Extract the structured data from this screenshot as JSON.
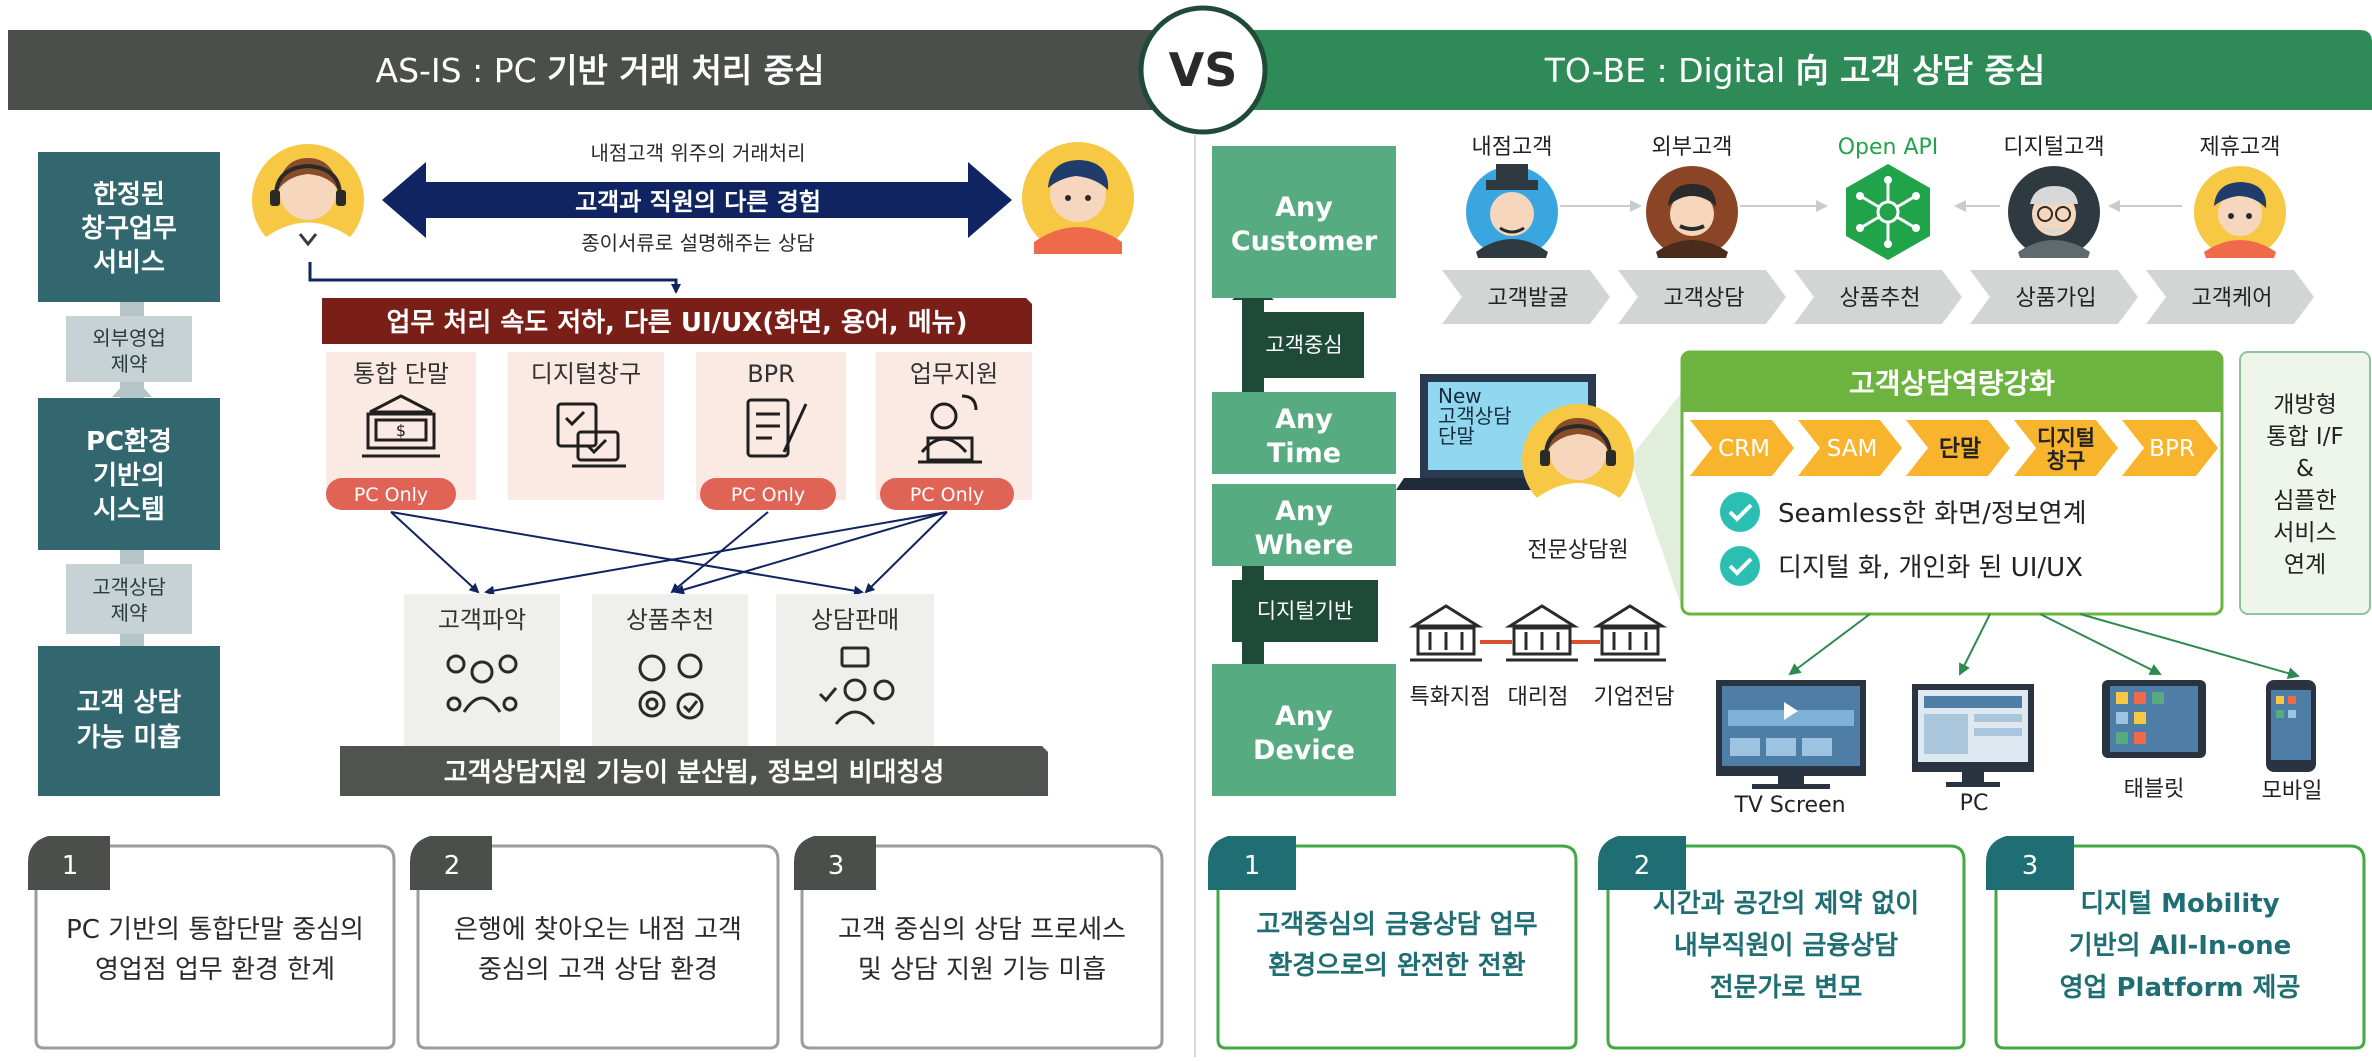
{
  "vs_label": "VS",
  "asis": {
    "header": {
      "prefix": "AS-IS : PC ",
      "bold": "기반 거래 처리 중심"
    },
    "left_boxes": [
      {
        "lines": [
          "한정된",
          "창구업무",
          "서비스"
        ]
      },
      {
        "lines": [
          "PC환경",
          "기반의",
          "시스템"
        ]
      },
      {
        "lines": [
          "고객 상담",
          "가능 미흡"
        ]
      }
    ],
    "left_connectors": [
      {
        "lines": [
          "외부영업",
          "제약"
        ]
      },
      {
        "lines": [
          "고객상담",
          "제약"
        ]
      }
    ],
    "arrow_top_text": "내점고객 위주의 거래처리",
    "arrow_mid_text": "고객과 직원의 다른 경험",
    "arrow_bottom_text": "종이서류로 설명해주는 상담",
    "red_banner": "업무 처리 속도 저하, 다른 UI/UX(화면, 용어, 메뉴)",
    "systems": [
      {
        "label": "통합 단말",
        "badge": "PC Only",
        "icon": "bank-terminal-icon"
      },
      {
        "label": "디지털창구",
        "badge": "",
        "icon": "digital-window-icon"
      },
      {
        "label": "BPR",
        "badge": "PC Only",
        "icon": "document-pen-icon"
      },
      {
        "label": "업무지원",
        "badge": "PC Only",
        "icon": "support-agent-icon"
      }
    ],
    "functions": [
      {
        "label": "고객파악",
        "icon": "customer-analysis-icon"
      },
      {
        "label": "상품추천",
        "icon": "product-recommend-icon"
      },
      {
        "label": "상담판매",
        "icon": "consult-sales-icon"
      }
    ],
    "gray_banner": "고객상담지원 기능이 분산됨, 정보의 비대칭성",
    "cards": [
      {
        "num": "1",
        "lines": [
          "PC 기반의 통합단말 중심의",
          "영업점 업무 환경 한계"
        ]
      },
      {
        "num": "2",
        "lines": [
          "은행에 찾아오는 내점 고객",
          "중심의 고객 상담 환경"
        ]
      },
      {
        "num": "3",
        "lines": [
          "고객 중심의 상담 프로세스",
          "및 상담 지원 기능 미흡"
        ]
      }
    ]
  },
  "tobe": {
    "header": {
      "prefix": "TO-BE : Digital ",
      "bold": "向 고객 상담 중심"
    },
    "any_boxes": [
      {
        "lines": [
          "Any",
          "Customer"
        ]
      },
      {
        "lines": [
          "Any",
          "Time"
        ]
      },
      {
        "lines": [
          "Any",
          "Where"
        ]
      },
      {
        "lines": [
          "Any",
          "Device"
        ]
      }
    ],
    "any_connectors": [
      "고객중심",
      "디지털기반"
    ],
    "customers": [
      {
        "label": "내점고객",
        "icon": "visitor-customer-icon"
      },
      {
        "label": "외부고객",
        "icon": "external-customer-icon"
      },
      {
        "label": "Open API",
        "icon": "open-api-icon"
      },
      {
        "label": "디지털고객",
        "icon": "digital-customer-icon"
      },
      {
        "label": "제휴고객",
        "icon": "partner-customer-icon"
      }
    ],
    "process": [
      "고객발굴",
      "고객상담",
      "상품추천",
      "상품가입",
      "고객케어"
    ],
    "laptop_lines": [
      "New",
      "고객상담",
      "단말"
    ],
    "consultant_label": "전문상담원",
    "capability_title": "고객상담역량강화",
    "capability_chevrons": [
      {
        "lines": [
          "CRM"
        ]
      },
      {
        "lines": [
          "SAM"
        ]
      },
      {
        "lines": [
          "단말"
        ]
      },
      {
        "lines": [
          "디지털",
          "창구"
        ]
      },
      {
        "lines": [
          "BPR"
        ]
      }
    ],
    "check_items": [
      "Seamless한 화면/정보연계",
      "디지털 화, 개인화 된 UI/UX"
    ],
    "open_box_lines": [
      "개방형",
      "통합 I/F",
      "&",
      "심플한",
      "서비스",
      "연계"
    ],
    "branches": [
      "특화지점",
      "대리점",
      "기업전담"
    ],
    "devices": [
      {
        "label": "TV Screen",
        "icon": "tv-screen-icon"
      },
      {
        "label": "PC",
        "icon": "pc-monitor-icon"
      },
      {
        "label": "태블릿",
        "icon": "tablet-icon"
      },
      {
        "label": "모바일",
        "icon": "mobile-icon"
      }
    ],
    "cards": [
      {
        "num": "1",
        "lines": [
          "고객중심의 금융상담 업무",
          "환경으로의 완전한 전환"
        ]
      },
      {
        "num": "2",
        "lines": [
          "시간과 공간의 제약 없이",
          "내부직원이 금융상담",
          "전문가로 변모"
        ]
      },
      {
        "num": "3",
        "lines": [
          "디지털 Mobility",
          "기반의 All-In-one",
          "영업 Platform 제공"
        ]
      }
    ]
  },
  "colors": {
    "asis_header": "#4a4f4b",
    "tobe_header": "#2e8a57",
    "teal_box": "#33676f",
    "navy": "#0f2460",
    "red_banner": "#7a1f17",
    "badge_red": "#e06456",
    "any_green": "#57ab80",
    "dark_green": "#1f4a38",
    "chevron_orange": "#f7b42c",
    "capability_green": "#6db33f",
    "card_green": "#42a844",
    "card_tab_teal": "#1f6e73"
  }
}
